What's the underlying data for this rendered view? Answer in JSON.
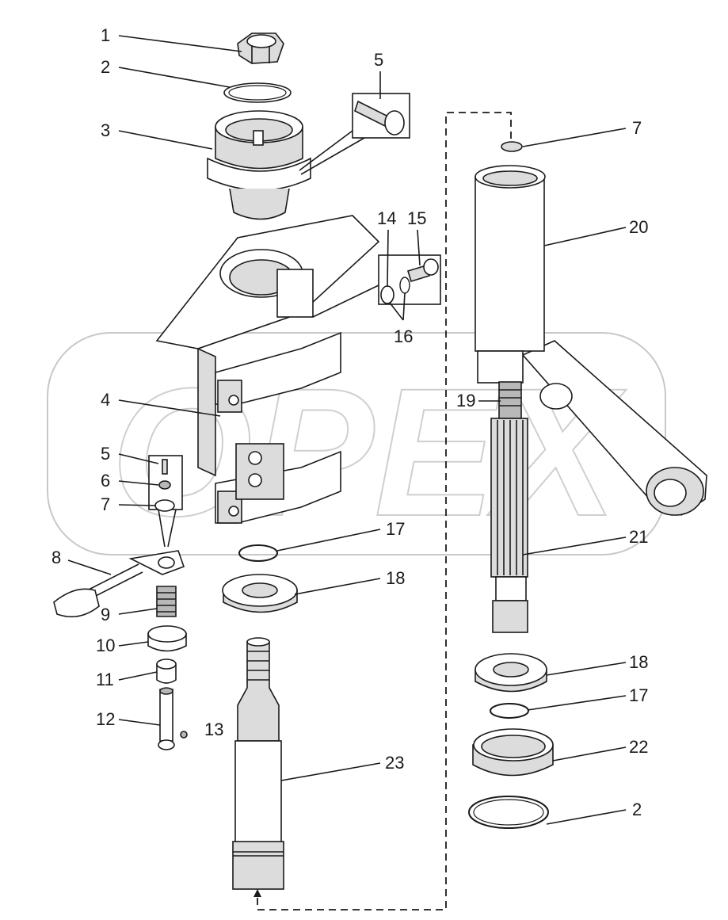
{
  "labels": {
    "l1": "1",
    "l2a": "2",
    "l3": "3",
    "l4": "4",
    "l5a": "5",
    "l5b": "5",
    "l6": "6",
    "l7a": "7",
    "l7b": "7",
    "l8": "8",
    "l9": "9",
    "l10": "10",
    "l11": "11",
    "l12": "12",
    "l13": "13",
    "l14": "14",
    "l15": "15",
    "l16": "16",
    "l17a": "17",
    "l17b": "17",
    "l18a": "18",
    "l18b": "18",
    "l19": "19",
    "l20": "20",
    "l21": "21",
    "l22": "22",
    "l23": "23",
    "l2b": "2"
  },
  "watermark": "OPEX"
}
